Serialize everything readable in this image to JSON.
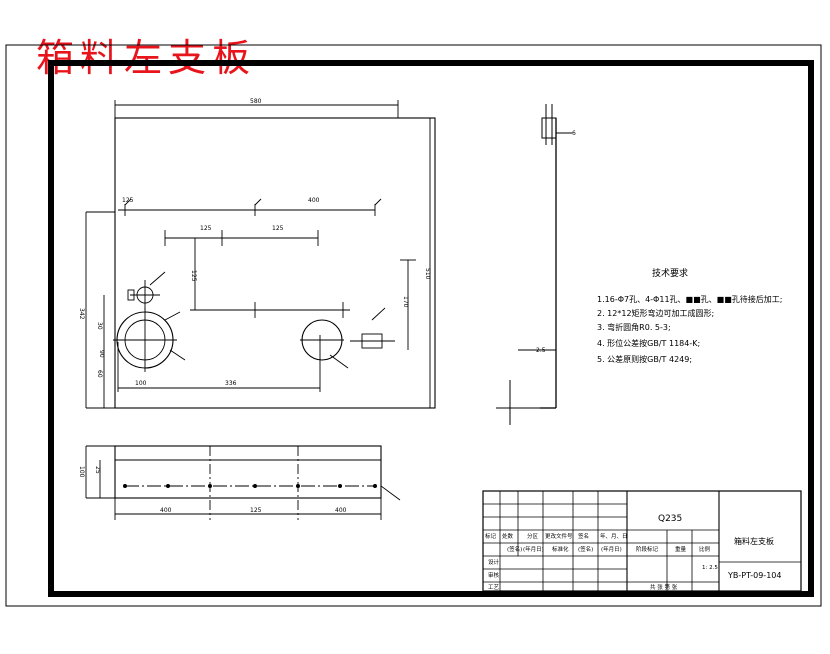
{
  "title_overlay": "箱料左支板",
  "colors": {
    "overlay_red": "#e8141c",
    "line": "#000000"
  },
  "front_view": {
    "dim_top": "580",
    "dim_right": "510",
    "dim_left": "342",
    "dim_left_small": "30",
    "dim_hole_top": "60",
    "dim_row1_a": "125",
    "dim_row1_b": "400",
    "dim_row2_a": "125",
    "dim_row2_b": "125",
    "dim_vert_mid": "125",
    "dim_vert_low": "90",
    "dim_bottom_left": "100",
    "dim_bottom_mid": "336",
    "dim_right_inner": "170"
  },
  "side_view": {
    "dim_top": "6",
    "dim_mid": "2.5"
  },
  "bottom_view": {
    "dim_left_a": "100",
    "dim_left_b": "25",
    "dim_seg_1": "400",
    "dim_seg_2": "125",
    "dim_seg_3": "400"
  },
  "tech_requirements": {
    "heading": "技术要求",
    "items": [
      "1.16-Φ7孔、4-Φ11孔、■■孔、■■孔待接后加工;",
      "2. 12*12矩形弯边可加工成圆形;",
      "3. 弯折圆角R0. 5-3;",
      "4. 形位公差按GB/T 1184-K;",
      "5. 公差原则按GB/T 4249;"
    ]
  },
  "title_block": {
    "material": "Q235",
    "part_name": "箱料左支板",
    "drawing_number": "YB-PT-09-104",
    "scale": "1: 2.5",
    "header_cells": [
      "标记",
      "处数",
      "分区",
      "更改文件号",
      "签名",
      "年、月、日"
    ],
    "sub_header_cells": [
      "(签名)",
      "(年月日)",
      "标准化",
      "(签名)",
      "(年月日)"
    ],
    "stage_label": "阶段标记",
    "weight_label": "重量",
    "scale_label": "比例",
    "rows": [
      "设计",
      "审核",
      "工艺"
    ],
    "sheet_label": "共  张  第  张"
  }
}
